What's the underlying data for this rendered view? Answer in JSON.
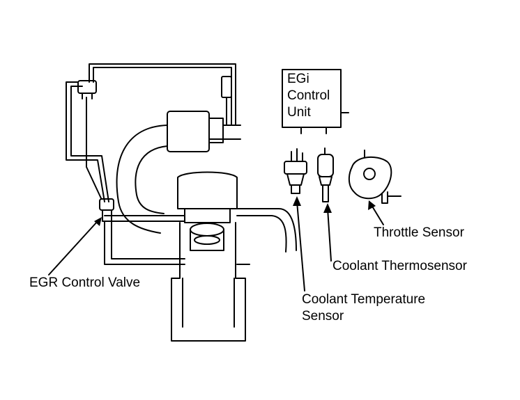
{
  "ecu": {
    "line1": "EGi",
    "line2": "Control",
    "line3": "Unit"
  },
  "labels": {
    "egr_control_valve": "EGR Control Valve",
    "coolant_temperature_sensor_line1": "Coolant Temperature",
    "coolant_temperature_sensor_line2": "Sensor",
    "coolant_thermosensor": "Coolant Thermosensor",
    "throttle_sensor": "Throttle Sensor"
  },
  "colors": {
    "ink": "#000000",
    "paper": "#ffffff"
  }
}
